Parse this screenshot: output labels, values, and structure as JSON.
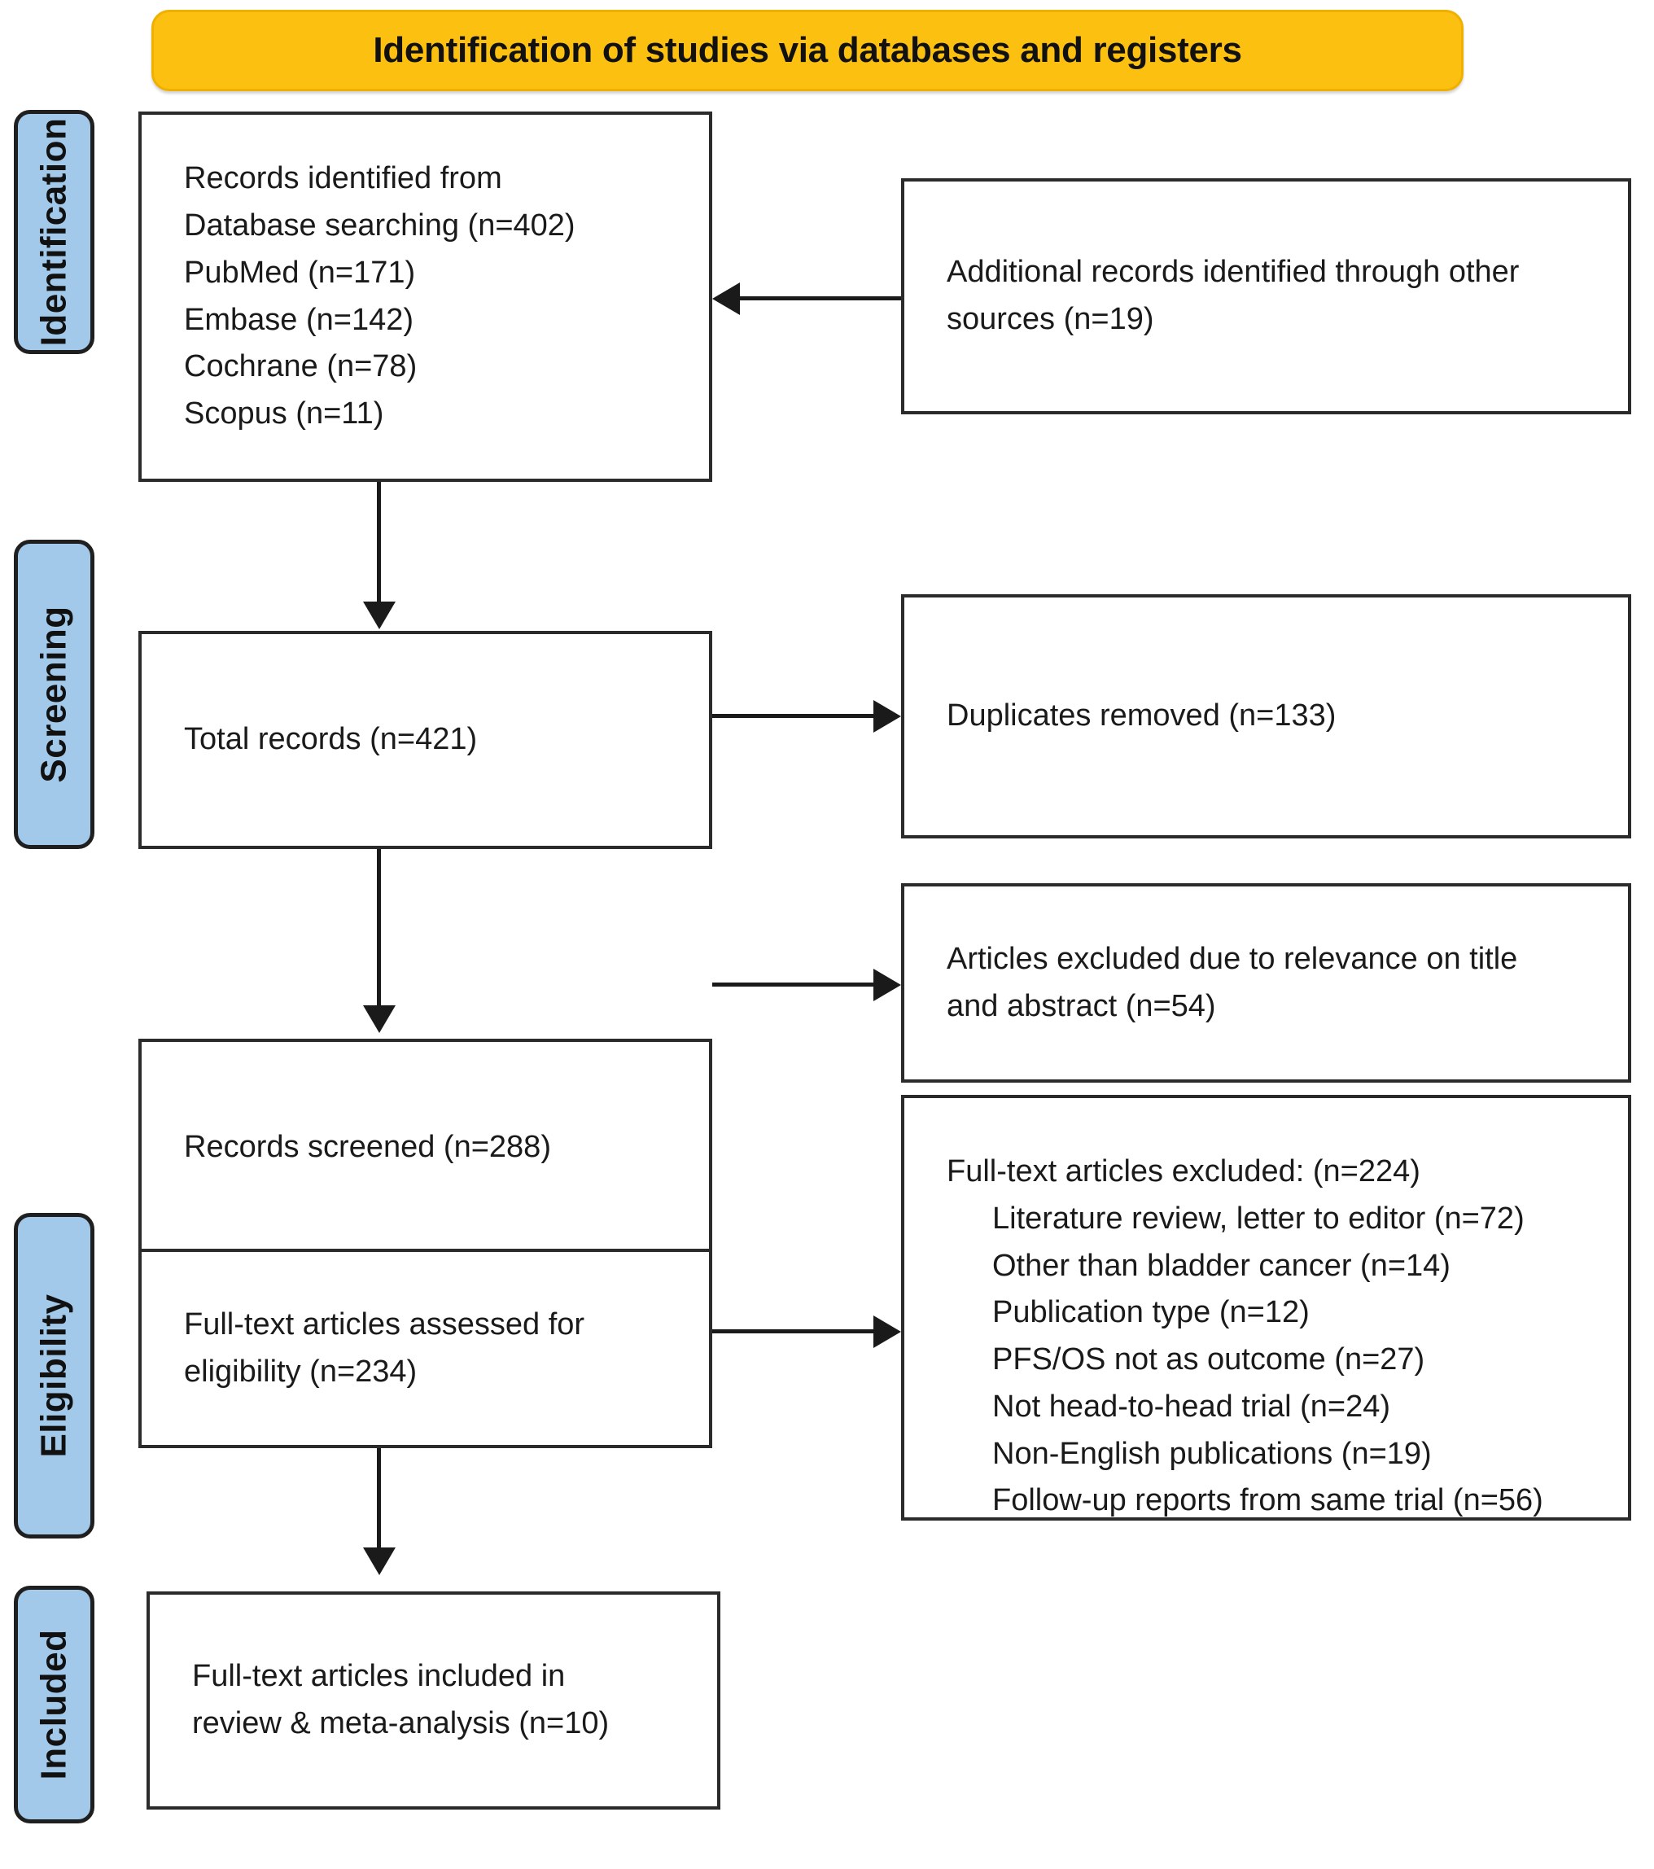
{
  "banner": {
    "title": "Identification of studies via databases and registers",
    "color": "#fbc010"
  },
  "stages": [
    {
      "id": "identification",
      "label": "Identification"
    },
    {
      "id": "screening",
      "label": "Screening"
    },
    {
      "id": "eligibility",
      "label": "Eligibility"
    },
    {
      "id": "included",
      "label": "Included"
    }
  ],
  "stage_color": "#a3c9ea",
  "boxes": {
    "records_identified": {
      "lines": [
        "Records identified from",
        "Database searching (n=402)",
        "PubMed (n=171)",
        "Embase (n=142)",
        "Cochrane (n=78)",
        "Scopus (n=11)"
      ]
    },
    "additional_records": {
      "lines": [
        "Additional records identified through other",
        "sources (n=19)"
      ]
    },
    "total_records": {
      "lines": [
        "Total records (n=421)"
      ]
    },
    "duplicates_removed": {
      "lines": [
        "Duplicates removed (n=133)"
      ]
    },
    "records_screened": {
      "lines": [
        "Records screened (n=288)"
      ]
    },
    "articles_excluded": {
      "lines": [
        "Articles excluded due to relevance on title",
        "and abstract (n=54)"
      ]
    },
    "fulltext_assessed": {
      "lines": [
        "Full-text articles assessed for",
        "eligibility (n=234)"
      ]
    },
    "fulltext_excluded": {
      "heading": "Full-text articles excluded: (n=224)",
      "items": [
        "Literature review, letter to editor (n=72)",
        "Other than bladder cancer (n=14)",
        "Publication type (n=12)",
        "PFS/OS not as outcome (n=27)",
        "Not head-to-head trial (n=24)",
        "Non-English publications (n=19)",
        "Follow-up reports from same trial (n=56)"
      ]
    },
    "fulltext_included": {
      "lines": [
        "Full-text articles included in",
        "review & meta-analysis (n=10)"
      ]
    }
  },
  "chart_data": {
    "type": "flowchart",
    "title": "Identification of studies via databases and registers",
    "nodes": [
      {
        "id": "records_identified",
        "stage": "Identification",
        "label": "Records identified from Database searching (n=402); PubMed (n=171); Embase (n=142); Cochrane (n=78); Scopus (n=11)",
        "n": 402
      },
      {
        "id": "additional_records",
        "stage": "Identification",
        "label": "Additional records identified through other sources (n=19)",
        "n": 19
      },
      {
        "id": "total_records",
        "stage": "Screening",
        "label": "Total records (n=421)",
        "n": 421
      },
      {
        "id": "duplicates_removed",
        "stage": "Screening",
        "label": "Duplicates removed (n=133)",
        "n": 133
      },
      {
        "id": "records_screened",
        "stage": "Screening",
        "label": "Records screened (n=288)",
        "n": 288
      },
      {
        "id": "articles_excluded",
        "stage": "Screening",
        "label": "Articles excluded due to relevance on title and abstract (n=54)",
        "n": 54
      },
      {
        "id": "fulltext_assessed",
        "stage": "Eligibility",
        "label": "Full-text articles assessed for eligibility (n=234)",
        "n": 234
      },
      {
        "id": "fulltext_excluded",
        "stage": "Eligibility",
        "label": "Full-text articles excluded: (n=224)",
        "n": 224
      },
      {
        "id": "fulltext_included",
        "stage": "Included",
        "label": "Full-text articles included in review & meta-analysis (n=10)",
        "n": 10
      }
    ],
    "edges": [
      {
        "from": "additional_records",
        "to": "records_identified",
        "direction": "left"
      },
      {
        "from": "records_identified",
        "to": "total_records",
        "direction": "down"
      },
      {
        "from": "total_records",
        "to": "duplicates_removed",
        "direction": "right"
      },
      {
        "from": "total_records",
        "to": "records_screened",
        "direction": "down"
      },
      {
        "from": "records_screened",
        "to": "articles_excluded",
        "direction": "right"
      },
      {
        "from": "records_screened",
        "to": "fulltext_assessed",
        "direction": "down"
      },
      {
        "from": "fulltext_assessed",
        "to": "fulltext_excluded",
        "direction": "right"
      },
      {
        "from": "fulltext_assessed",
        "to": "fulltext_included",
        "direction": "down"
      }
    ]
  }
}
